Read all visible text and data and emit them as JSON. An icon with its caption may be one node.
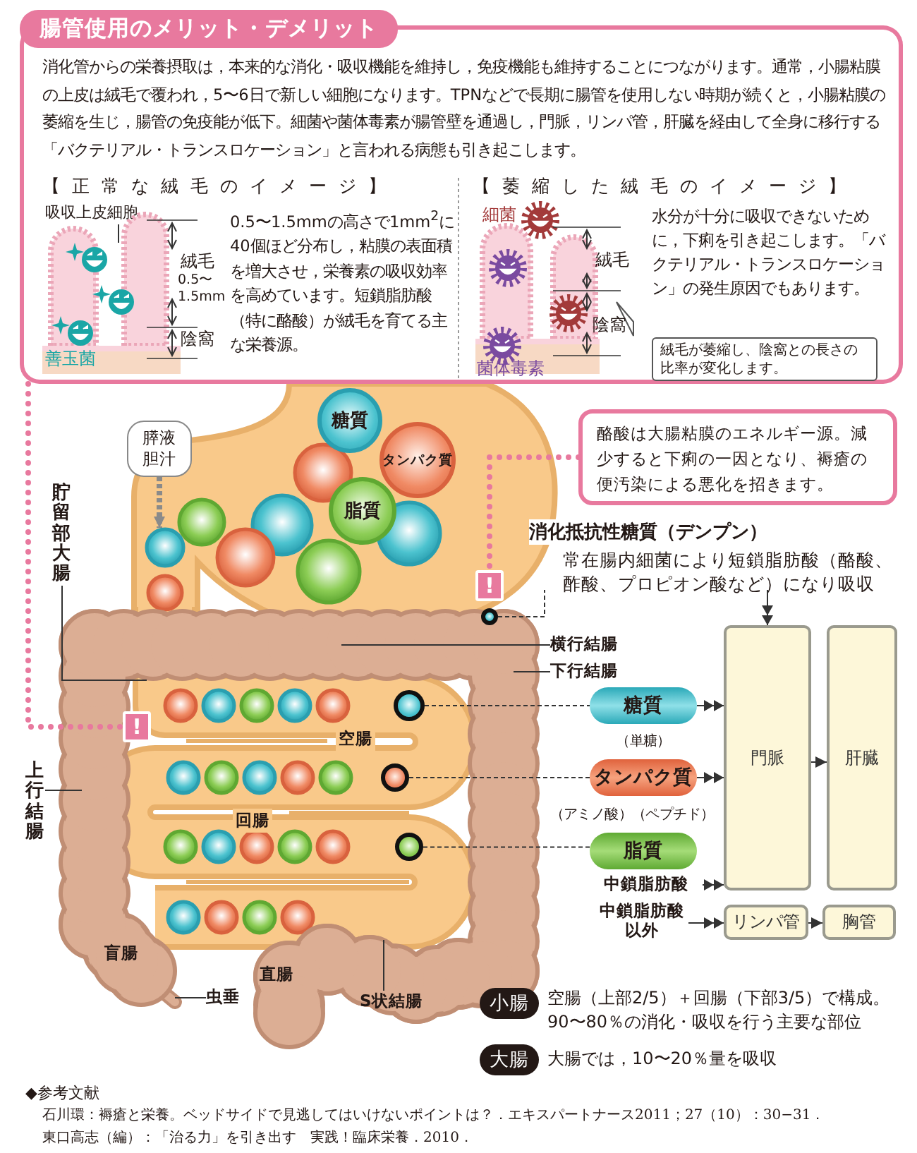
{
  "diagram": {
    "nodes": [
      {
        "text": [
          "腸管使用のメリット・デメリット",
          "消化管からの栄養摂取は，本来的な消化・吸収機能を維持し，免疫機能も維持することにつながります。通常，小腸粘膜の上皮は絨毛で覆われ，5〜6日で新しい細胞になります。TPNなどで長期に腸管を使用しない時期が続くと，小腸粘膜の萎縮を生じ，腸管の免疫能が低下。細菌や菌体毒素が腸管壁を通過し，門脈，リンパ管，肝臓を経由して全身に移行する「バクテリアル・トランスロケーション」と言われる病態も引き起こします。"
        ]
      },
      {
        "text": [
          "吸収上皮細胞"
        ],
        "in": 0
      },
      {
        "text": [
          "絨毛が萎縮し、陰窩との長さの比率が変化します。"
        ],
        "in": 0
      },
      {
        "text": [
          "膵液胆汁"
        ]
      },
      {
        "text": [
          "糖質"
        ]
      },
      {
        "text": [
          "タンパク質"
        ]
      },
      {
        "text": [
          "脂質"
        ]
      },
      {
        "text": [
          "酪酸は大腸粘膜のエネルギー源。減少すると下痢の一因となり、褥瘡の便汚染による悪化を招きます。"
        ]
      },
      {
        "text": [
          "貯留部大腸"
        ]
      },
      {
        "text": [
          "!"
        ]
      },
      {
        "text": [
          "消化抵抗性糖質（デンプン）",
          "常在腸内細菌により短鎖脂肪酸（酪酸、酢酸、プロピオン酸など）になり吸収"
        ]
      },
      {
        "text": [],
        "shape": "circle"
      },
      {
        "text": [
          "横行結腸"
        ]
      },
      {
        "text": [
          "下行結腸"
        ]
      },
      {
        "text": [
          "!"
        ]
      },
      {
        "text": [],
        "shape": "circle"
      },
      {
        "text": [
          "糖質"
        ],
        "beside": [
          "（単糖）"
        ]
      },
      {
        "text": [
          "門脈"
        ]
      },
      {
        "text": [
          "肝臓"
        ]
      },
      {
        "text": [],
        "shape": "circle"
      },
      {
        "text": [
          "タンパク質"
        ],
        "beside": [
          "（アミノ酸）（ペプチド）"
        ]
      },
      {
        "text": [
          "上行結腸"
        ]
      },
      {
        "text": [],
        "shape": "circle"
      },
      {
        "text": [
          "脂質"
        ]
      },
      {
        "text": [
          "中鎖脂肪酸"
        ]
      },
      {
        "text": [
          "中鎖脂肪酸以外"
        ]
      },
      {
        "text": [
          "リンパ管"
        ]
      },
      {
        "text": [
          "胸管"
        ]
      },
      {
        "text": [
          "虫垂"
        ]
      },
      {
        "text": [
          "S状結腸"
        ]
      }
    ],
    "edges": [
      {
        "from": 0,
        "to": 14,
        "arrow": "none",
        "style": "dashed",
        "color": "#e8799e"
      },
      {
        "from": 7,
        "to": 9,
        "arrow": "none",
        "style": "dashed",
        "color": "#e8799e"
      },
      {
        "from": 3,
        "to": null,
        "arrow": "to",
        "style": "dashed",
        "color": "#8a8a8a"
      },
      {
        "from": 11,
        "to": 10,
        "arrow": "none",
        "style": "dashed"
      },
      {
        "from": 10,
        "to": 17,
        "arrow": "to"
      },
      {
        "from": 15,
        "to": 16,
        "arrow": "none",
        "style": "dashed"
      },
      {
        "from": 19,
        "to": 20,
        "arrow": "none",
        "style": "dashed"
      },
      {
        "from": 22,
        "to": 23,
        "arrow": "none",
        "style": "dashed"
      },
      {
        "from": 16,
        "to": 17,
        "arrow": "to"
      },
      {
        "from": 20,
        "to": 17,
        "arrow": "to"
      },
      {
        "from": 24,
        "to": 17,
        "arrow": "to"
      },
      {
        "from": 25,
        "to": 26,
        "arrow": "to"
      },
      {
        "from": 17,
        "to": 18,
        "arrow": "to"
      },
      {
        "from": 26,
        "to": 27,
        "arrow": "to"
      },
      {
        "from": 1,
        "to": null,
        "arrow": "none"
      },
      {
        "from": 8,
        "to": null,
        "arrow": "none"
      },
      {
        "from": 12,
        "to": null,
        "arrow": "none"
      },
      {
        "from": 13,
        "to": null,
        "arrow": "none"
      },
      {
        "from": 21,
        "to": null,
        "arrow": "none"
      },
      {
        "from": 28,
        "to": null,
        "arrow": "none"
      },
      {
        "from": 29,
        "to": null,
        "arrow": "none"
      }
    ],
    "labels": [
      "【正常な絨毛のイメージ】",
      "絨毛",
      "0.5〜1.5mm",
      "陰窩",
      "善玉菌",
      "0.5〜1.5mmの高さで1mm$^{2}$に40個ほど分布し，粘膜の表面積を増大させ，栄養素の吸収効率を高めています。短鎖脂肪酸（特に酪酸）が絨毛を育てる主な栄養源。",
      "【萎縮した絨毛のイメージ】",
      "細菌",
      "絨毛",
      "陰窩",
      "菌体毒素",
      "水分が十分に吸収できないために，下痢を引き起こします。「バクテリアル・トランスロケーション」の発生原因でもあります。",
      "空腸",
      "回腸",
      "盲腸",
      "直腸",
      "小腸",
      "空腸（上部2/5）＋回腸（下部3/5）で構成。90〜80％の消化・吸収を行う主要な部位",
      "大腸",
      "大腸では，10〜20％量を吸収",
      "◆参考文献",
      "石川環：褥瘡と栄養。ベッドサイドで見逃してはいけないポイントは？．エキスパートナース2011；27（10）：30−31．",
      "東口高志（編）：「治る力」を引き出す　実践！臨床栄養．2010．"
    ]
  }
}
